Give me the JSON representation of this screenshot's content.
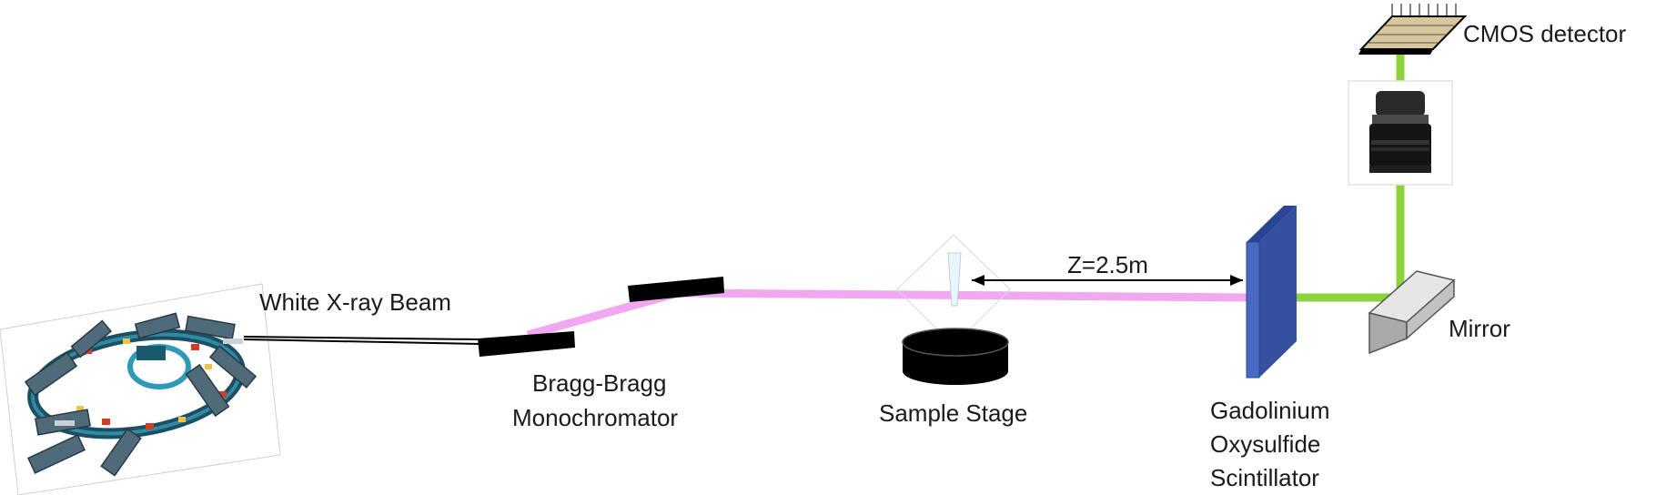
{
  "labels": {
    "white_beam": "White X-ray Beam",
    "mono_line1": "Bragg-Bragg",
    "mono_line2": "Monochromator",
    "sample_stage": "Sample Stage",
    "distance": "Z=2.5m",
    "scint_line1": "Gadolinium",
    "scint_line2": "Oxysulfide",
    "scint_line3": "Scintillator",
    "mirror": "Mirror",
    "detector": "CMOS detector"
  },
  "colors": {
    "xray_beam": "#f0a8f0",
    "visible_light": "#8cd23c",
    "scintillator": "#3f5fb0",
    "crystal": "#000000",
    "detector_chip": "#d8c79a",
    "mirror": "#d9d9d9"
  },
  "icons": {
    "synchrotron": "synchrotron-ring-icon",
    "lens": "objective-lens-icon"
  }
}
